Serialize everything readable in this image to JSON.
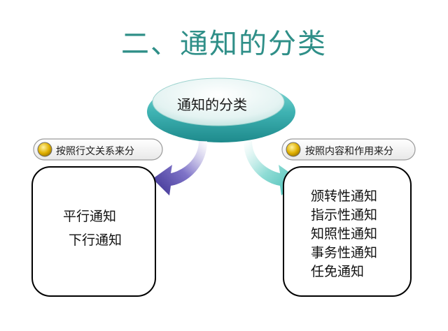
{
  "title": "二、通知的分类",
  "center": {
    "label": "通知的分类"
  },
  "left": {
    "criterion": "按照行文关系来分",
    "items": [
      "平行通知",
      "下行通知"
    ]
  },
  "right": {
    "criterion": "按照内容和作用来分",
    "items": [
      "颁转性通知",
      "指示性通知",
      "知照性通知",
      "事务性通知",
      "任免通知"
    ]
  },
  "colors": {
    "title": "#2f8f88",
    "ellipse_rim": "#3fb3b3",
    "arrow_left": "#4a3c9e",
    "arrow_right": "#5cc9c0",
    "bullet": "#e0b000"
  }
}
